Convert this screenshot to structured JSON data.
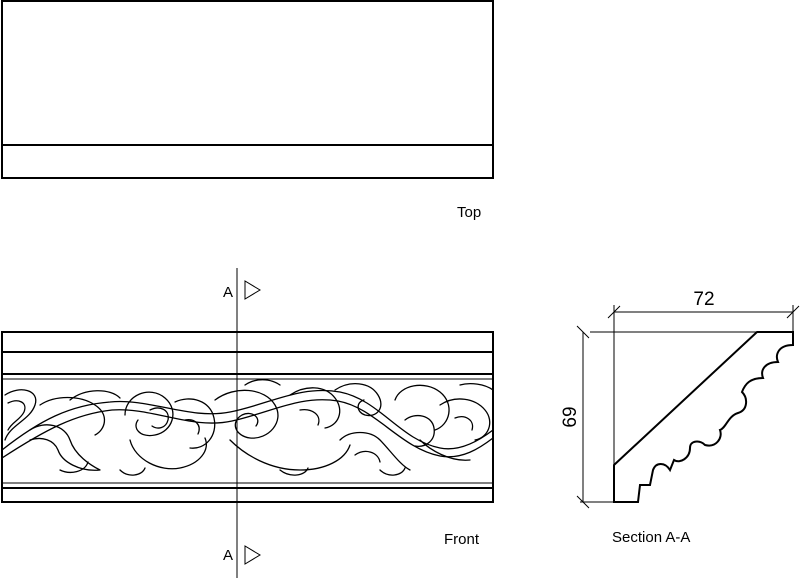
{
  "views": {
    "top": {
      "label": "Top"
    },
    "front": {
      "label": "Front"
    },
    "section": {
      "label": "Section A-A",
      "width": "72",
      "height": "69"
    }
  },
  "cut_marks": {
    "upper": "A",
    "lower": "A"
  }
}
